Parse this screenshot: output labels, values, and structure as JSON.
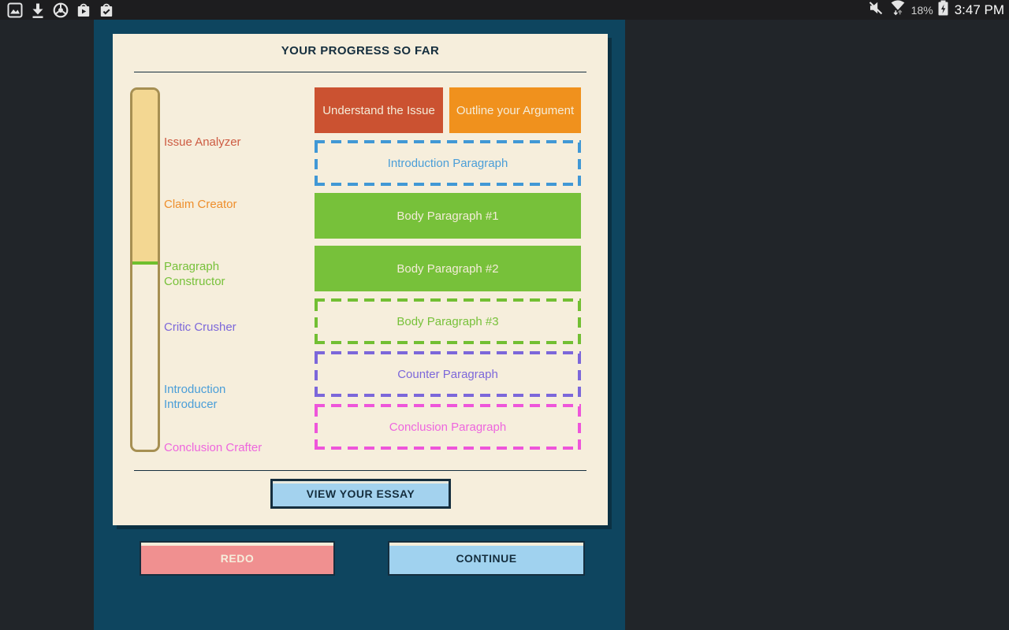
{
  "status_bar": {
    "time": "3:47 PM",
    "battery_percent": "18%",
    "left_icons": [
      "gallery",
      "download",
      "chrome",
      "play-store",
      "my-apps-bag-check"
    ],
    "right_icons": [
      "volume-muted",
      "wifi-in-use",
      "battery-charging"
    ]
  },
  "progress_card": {
    "title": "YOUR PROGRESS SO FAR",
    "progress_fill_percent": 49,
    "levels": [
      {
        "label": "Issue Analyzer",
        "color": "#cd5b42"
      },
      {
        "label": "Claim Creator",
        "color": "#ee8e2b"
      },
      {
        "label": "Paragraph Constructor",
        "color": "#77c13a"
      },
      {
        "label": "Critic Crusher",
        "color": "#7c67da"
      },
      {
        "label": "Introduction Introducer",
        "color": "#4a9ed8"
      },
      {
        "label": "Conclusion Crafter",
        "color": "#ee66de"
      }
    ],
    "steps": [
      {
        "label": "Understand the Issue",
        "state": "complete",
        "color": "#cb5231"
      },
      {
        "label": "Outline your Argument",
        "state": "complete",
        "color": "#f0911d"
      },
      {
        "label": "Introduction Paragraph",
        "state": "pending",
        "color": "#4198d5"
      },
      {
        "label": "Body Paragraph #1",
        "state": "complete",
        "color": "#77c13a"
      },
      {
        "label": "Body Paragraph #2",
        "state": "complete",
        "color": "#77c13a"
      },
      {
        "label": "Body Paragraph #3",
        "state": "pending",
        "color": "#72bf33"
      },
      {
        "label": "Counter Paragraph",
        "state": "pending",
        "color": "#7c67da"
      },
      {
        "label": "Conclusion Paragraph",
        "state": "pending",
        "color": "#ee55da"
      }
    ],
    "view_essay_label": "VIEW YOUR ESSAY"
  },
  "footer": {
    "redo_label": "REDO",
    "continue_label": "CONTINUE"
  },
  "colors": {
    "page_background": "#212529",
    "app_panel": "#0e455f",
    "card_background": "#f6eedc",
    "navy_text": "#152e3e",
    "bar_fill": "#f3d792",
    "bar_border": "#a68f52",
    "bar_mark_green": "#6fbf2d",
    "redo_button": "#f09090",
    "continue_button": "#a0d2ef",
    "statusbar_background": "#1d1d1f"
  }
}
